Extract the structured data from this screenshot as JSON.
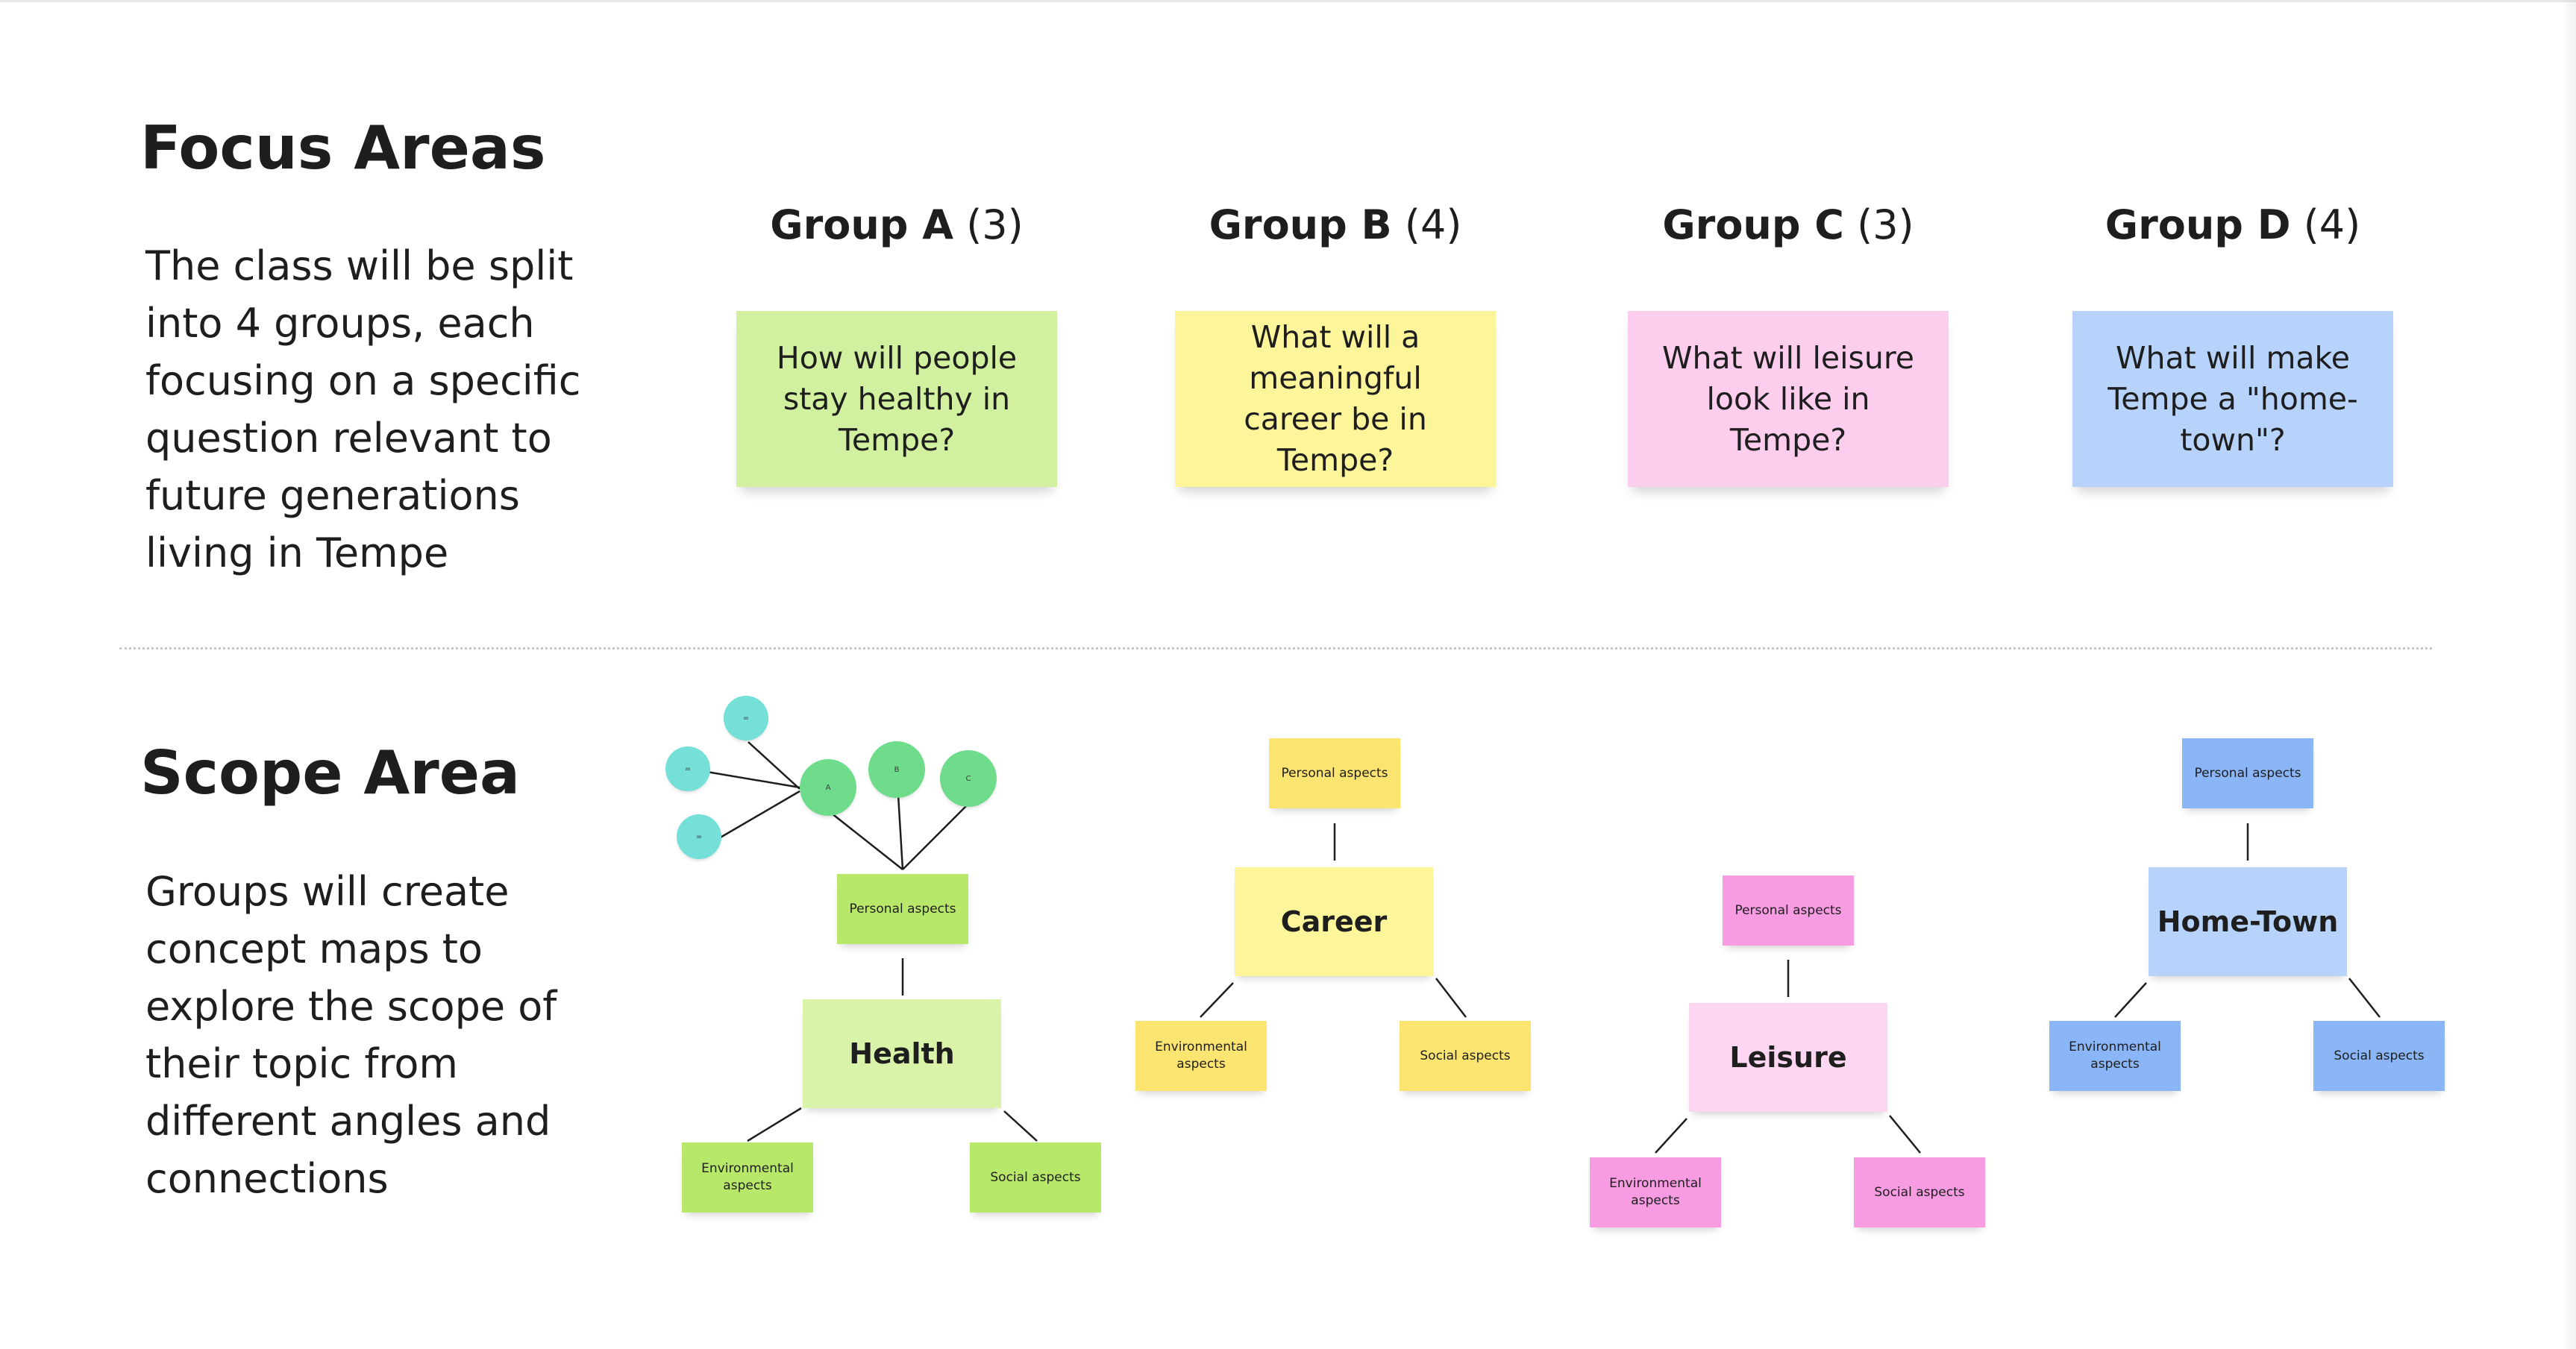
{
  "focus": {
    "title": "Focus Areas",
    "description": "The class will be split into 4 groups, each focusing on a specific question relevant to future generations living in Tempe",
    "groups": [
      {
        "name": "Group A",
        "count": "(3)",
        "question": "How will people stay healthy in Tempe?",
        "color": "#d2f1a0"
      },
      {
        "name": "Group B",
        "count": "(4)",
        "question": "What will a meaningful career be in Tempe?",
        "color": "#fdf59a"
      },
      {
        "name": "Group C",
        "count": "(3)",
        "question": "What will leisure look like in Tempe?",
        "color": "#fdcdee"
      },
      {
        "name": "Group D",
        "count": "(4)",
        "question": "What will make Tempe a \"home-town\"?",
        "color": "#b7d3fc"
      }
    ]
  },
  "scope": {
    "title": "Scope Area",
    "description": "Groups will create concept maps to explore the scope of their topic from different angles and connections",
    "maps": [
      {
        "topic": "Health",
        "personal": "Personal aspects",
        "environmental": "Environmental aspects",
        "social": "Social aspects",
        "main_color": "#d9f3a9",
        "sub_color": "#b8e86a"
      },
      {
        "topic": "Career",
        "personal": "Personal aspects",
        "environmental": "Environmental aspects",
        "social": "Social aspects",
        "main_color": "#fdf59a",
        "sub_color": "#fbe46f"
      },
      {
        "topic": "Leisure",
        "personal": "Personal aspects",
        "environmental": "Environmental aspects",
        "social": "Social aspects",
        "main_color": "#fdd7f2",
        "sub_color": "#f79be2"
      },
      {
        "topic": "Home-Town",
        "personal": "Personal aspects",
        "environmental": "Environmental aspects",
        "social": "Social aspects",
        "main_color": "#b7d3fc",
        "sub_color": "#8ab5f6"
      }
    ],
    "idea_circles": {
      "teal": [
        "=",
        "=",
        "="
      ],
      "green": [
        "A",
        "B",
        "C"
      ]
    }
  }
}
